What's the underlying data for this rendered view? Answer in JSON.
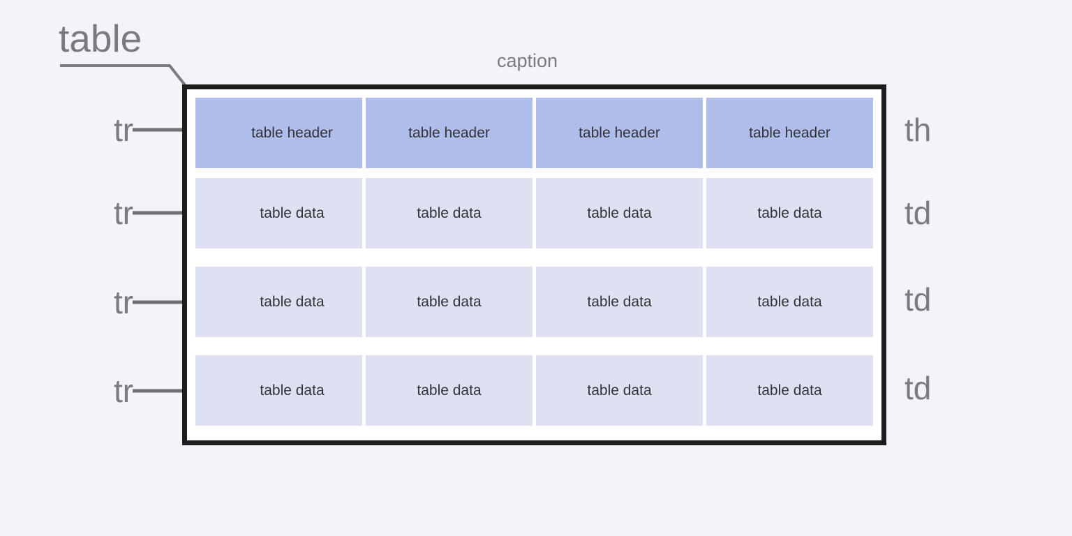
{
  "diagram": {
    "title_label": "table",
    "caption_label": "caption",
    "background_color": "#f2f4fa",
    "border_color": "#1c1c1c",
    "annotation_color": "#7a7a7f",
    "header_cell_color": "#aebdea",
    "data_cell_color": "#dde1f2",
    "cell_text_color": "#333338"
  },
  "left_labels": [
    {
      "text": "tr"
    },
    {
      "text": "tr"
    },
    {
      "text": "tr"
    },
    {
      "text": "tr"
    }
  ],
  "right_labels": [
    {
      "text": "th"
    },
    {
      "text": "td"
    },
    {
      "text": "td"
    },
    {
      "text": "td"
    }
  ],
  "table": {
    "header_row": {
      "type": "th",
      "cells": [
        "table header",
        "table header",
        "table header",
        "table header"
      ]
    },
    "data_rows": [
      {
        "type": "td",
        "cells": [
          "table data",
          "table data",
          "table data",
          "table data"
        ]
      },
      {
        "type": "td",
        "cells": [
          "table data",
          "table data",
          "table data",
          "table data"
        ]
      },
      {
        "type": "td",
        "cells": [
          "table data",
          "table data",
          "table data",
          "table data"
        ]
      }
    ]
  }
}
